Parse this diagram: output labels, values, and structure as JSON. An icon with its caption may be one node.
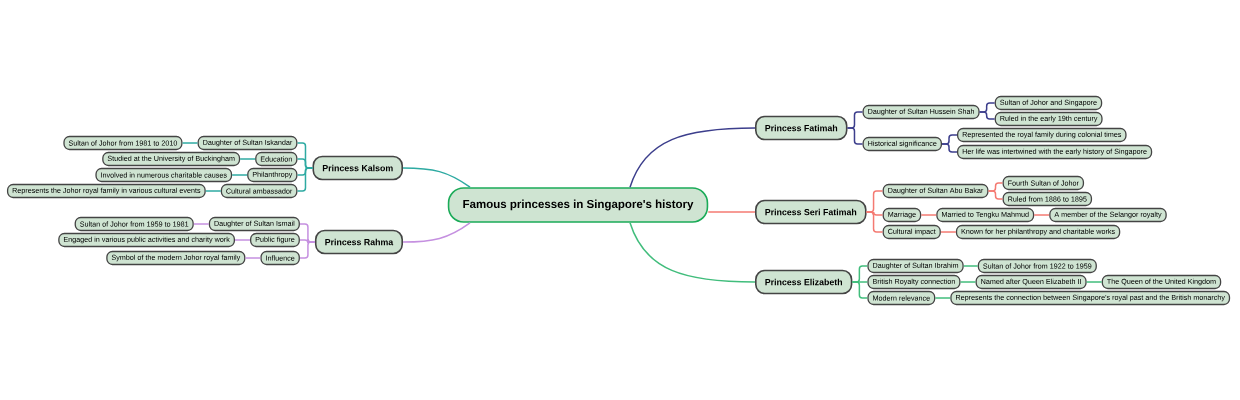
{
  "diagram": {
    "nodes": [
      {
        "text": [
          "Famous princesses in Singapore's history"
        ]
      },
      {
        "text": [
          "Princess Fatimah"
        ]
      },
      {
        "text": [
          "Daughter of Sultan Hussein Shah"
        ]
      },
      {
        "text": [
          "Sultan of Johor and Singapore"
        ]
      },
      {
        "text": [
          "Ruled in the early 19th century"
        ]
      },
      {
        "text": [
          "Historical significance"
        ]
      },
      {
        "text": [
          "Represented the royal family during colonial times"
        ]
      },
      {
        "text": [
          "Her life was intertwined with the early history of Singapore"
        ]
      },
      {
        "text": [
          "Princess Seri Fatimah"
        ]
      },
      {
        "text": [
          "Daughter of Sultan Abu Bakar"
        ]
      },
      {
        "text": [
          "Fourth Sultan of Johor"
        ]
      },
      {
        "text": [
          "Ruled from 1886 to 1895"
        ]
      },
      {
        "text": [
          "Marriage"
        ]
      },
      {
        "text": [
          "Married to Tengku Mahmud"
        ]
      },
      {
        "text": [
          "A member of the Selangor royalty"
        ]
      },
      {
        "text": [
          "Cultural impact"
        ]
      },
      {
        "text": [
          "Known for her philanthropy and charitable works"
        ]
      },
      {
        "text": [
          "Princess Elizabeth"
        ]
      },
      {
        "text": [
          "Daughter of Sultan Ibrahim"
        ]
      },
      {
        "text": [
          "Sultan of Johor from 1922 to 1959"
        ]
      },
      {
        "text": [
          "British Royalty connection"
        ]
      },
      {
        "text": [
          "Named after Queen Elizabeth II"
        ]
      },
      {
        "text": [
          "The Queen of the United Kingdom"
        ]
      },
      {
        "text": [
          "Modern relevance"
        ]
      },
      {
        "text": [
          "Represents the connection between Singapore's royal past and the British monarchy"
        ]
      },
      {
        "text": [
          "Princess Kalsom"
        ]
      },
      {
        "text": [
          "Daughter of Sultan Iskandar"
        ]
      },
      {
        "text": [
          "Sultan of Johor from 1981 to 2010"
        ]
      },
      {
        "text": [
          "Education"
        ]
      },
      {
        "text": [
          "Studied at the University of Buckingham"
        ]
      },
      {
        "text": [
          "Philanthropy"
        ]
      },
      {
        "text": [
          "Involved in numerous charitable causes"
        ]
      },
      {
        "text": [
          "Cultural ambassador"
        ]
      },
      {
        "text": [
          "Represents the Johor royal family in various cultural events"
        ]
      },
      {
        "text": [
          "Princess Rahma"
        ]
      },
      {
        "text": [
          "Daughter of Sultan Ismail"
        ]
      },
      {
        "text": [
          "Sultan of Johor from 1959 to 1981"
        ]
      },
      {
        "text": [
          "Public figure"
        ]
      },
      {
        "text": [
          "Engaged in various public activities and charity work"
        ]
      },
      {
        "text": [
          "Influence"
        ]
      },
      {
        "text": [
          "Symbol of the modern Johor royal family"
        ]
      }
    ],
    "edges": [
      {
        "from": 0,
        "to": 1,
        "arrow": "none",
        "color": "#3c3e8c"
      },
      {
        "from": 1,
        "to": 2,
        "arrow": "none",
        "color": "#3c3e8c"
      },
      {
        "from": 2,
        "to": 3,
        "arrow": "none",
        "color": "#3c3e8c"
      },
      {
        "from": 2,
        "to": 4,
        "arrow": "none",
        "color": "#3c3e8c"
      },
      {
        "from": 1,
        "to": 5,
        "arrow": "none",
        "color": "#3c3e8c"
      },
      {
        "from": 5,
        "to": 6,
        "arrow": "none",
        "color": "#3c3e8c"
      },
      {
        "from": 5,
        "to": 7,
        "arrow": "none",
        "color": "#3c3e8c"
      },
      {
        "from": 0,
        "to": 8,
        "arrow": "none",
        "color": "#f47a72"
      },
      {
        "from": 8,
        "to": 9,
        "arrow": "none",
        "color": "#f47a72"
      },
      {
        "from": 9,
        "to": 10,
        "arrow": "none",
        "color": "#f47a72"
      },
      {
        "from": 9,
        "to": 11,
        "arrow": "none",
        "color": "#f47a72"
      },
      {
        "from": 8,
        "to": 12,
        "arrow": "none",
        "color": "#f47a72"
      },
      {
        "from": 12,
        "to": 13,
        "arrow": "none",
        "color": "#f47a72"
      },
      {
        "from": 13,
        "to": 14,
        "arrow": "none",
        "color": "#f47a72"
      },
      {
        "from": 8,
        "to": 15,
        "arrow": "none",
        "color": "#f47a72"
      },
      {
        "from": 15,
        "to": 16,
        "arrow": "none",
        "color": "#f47a72"
      },
      {
        "from": 0,
        "to": 17,
        "arrow": "none",
        "color": "#41bd7c"
      },
      {
        "from": 17,
        "to": 18,
        "arrow": "none",
        "color": "#41bd7c"
      },
      {
        "from": 18,
        "to": 19,
        "arrow": "none",
        "color": "#41bd7c"
      },
      {
        "from": 17,
        "to": 20,
        "arrow": "none",
        "color": "#41bd7c"
      },
      {
        "from": 20,
        "to": 21,
        "arrow": "none",
        "color": "#41bd7c"
      },
      {
        "from": 21,
        "to": 22,
        "arrow": "none",
        "color": "#41bd7c"
      },
      {
        "from": 17,
        "to": 23,
        "arrow": "none",
        "color": "#41bd7c"
      },
      {
        "from": 23,
        "to": 24,
        "arrow": "none",
        "color": "#41bd7c"
      },
      {
        "from": 0,
        "to": 25,
        "arrow": "none",
        "color": "#2eaaa2"
      },
      {
        "from": 25,
        "to": 26,
        "arrow": "none",
        "color": "#2eaaa2"
      },
      {
        "from": 26,
        "to": 27,
        "arrow": "none",
        "color": "#2eaaa2"
      },
      {
        "from": 25,
        "to": 28,
        "arrow": "none",
        "color": "#2eaaa2"
      },
      {
        "from": 28,
        "to": 29,
        "arrow": "none",
        "color": "#2eaaa2"
      },
      {
        "from": 25,
        "to": 30,
        "arrow": "none",
        "color": "#2eaaa2"
      },
      {
        "from": 30,
        "to": 31,
        "arrow": "none",
        "color": "#2eaaa2"
      },
      {
        "from": 25,
        "to": 32,
        "arrow": "none",
        "color": "#2eaaa2"
      },
      {
        "from": 32,
        "to": 33,
        "arrow": "none",
        "color": "#2eaaa2"
      },
      {
        "from": 0,
        "to": 34,
        "arrow": "none",
        "color": "#c590e0"
      },
      {
        "from": 34,
        "to": 35,
        "arrow": "none",
        "color": "#c590e0"
      },
      {
        "from": 35,
        "to": 36,
        "arrow": "none",
        "color": "#c590e0"
      },
      {
        "from": 34,
        "to": 37,
        "arrow": "none",
        "color": "#c590e0"
      },
      {
        "from": 37,
        "to": 38,
        "arrow": "none",
        "color": "#c590e0"
      },
      {
        "from": 34,
        "to": 39,
        "arrow": "none",
        "color": "#c590e0"
      },
      {
        "from": 39,
        "to": 40,
        "arrow": "none",
        "color": "#c590e0"
      }
    ]
  }
}
